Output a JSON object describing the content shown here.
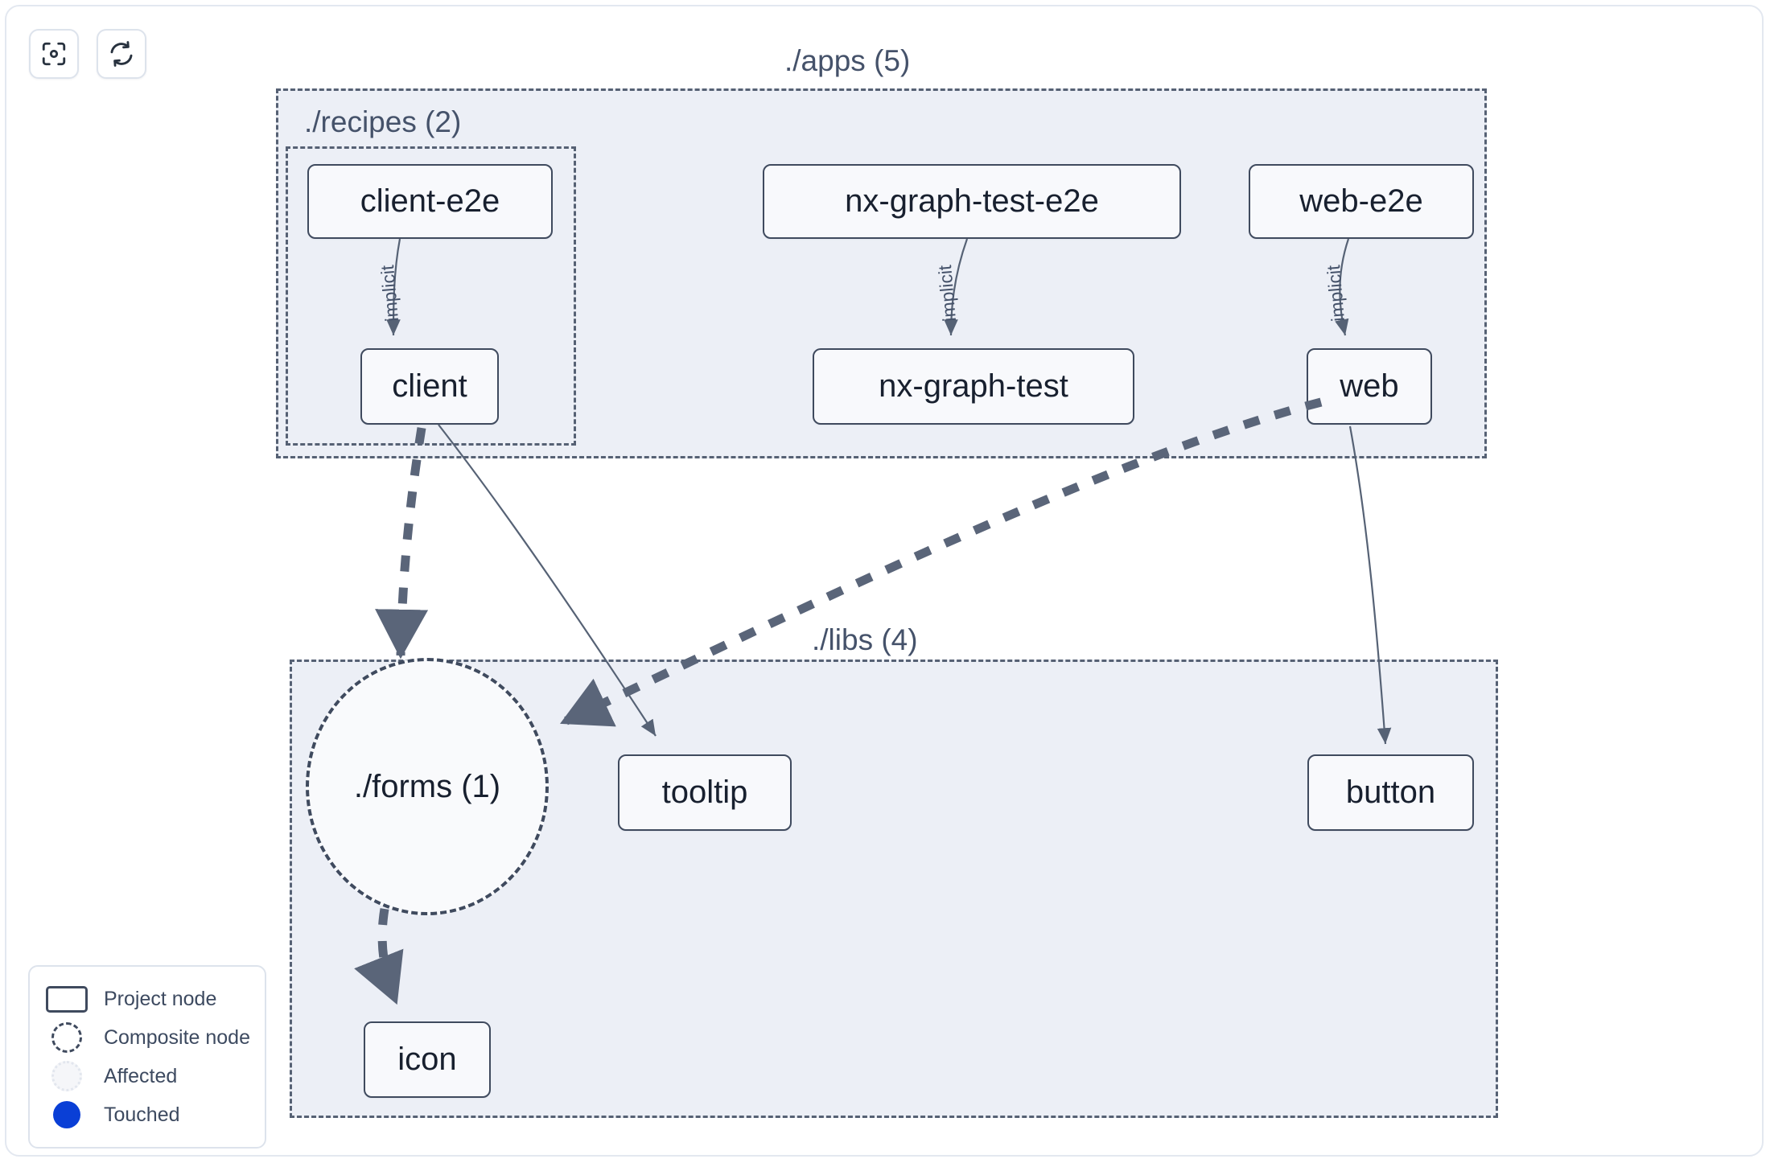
{
  "toolbar": {
    "buttons": [
      {
        "name": "focus-graph-button",
        "icon": "focus-target-icon",
        "label": ""
      },
      {
        "name": "refresh-graph-button",
        "icon": "refresh-icon",
        "label": ""
      }
    ]
  },
  "graph": {
    "containers": [
      {
        "id": "apps",
        "label": "./apps (5)"
      },
      {
        "id": "recipes",
        "label": "./recipes (2)"
      },
      {
        "id": "libs",
        "label": "./libs (4)"
      }
    ],
    "nodes": [
      {
        "id": "client-e2e",
        "label": "client-e2e",
        "type": "project"
      },
      {
        "id": "nx-graph-test-e2e",
        "label": "nx-graph-test-e2e",
        "type": "project"
      },
      {
        "id": "web-e2e",
        "label": "web-e2e",
        "type": "project"
      },
      {
        "id": "client",
        "label": "client",
        "type": "project"
      },
      {
        "id": "nx-graph-test",
        "label": "nx-graph-test",
        "type": "project"
      },
      {
        "id": "web",
        "label": "web",
        "type": "project"
      },
      {
        "id": "forms",
        "label": "./forms (1)",
        "type": "composite"
      },
      {
        "id": "tooltip",
        "label": "tooltip",
        "type": "project"
      },
      {
        "id": "button",
        "label": "button",
        "type": "project"
      },
      {
        "id": "icon",
        "label": "icon",
        "type": "project"
      }
    ],
    "edges": [
      {
        "from": "client-e2e",
        "to": "client",
        "label": "implicit",
        "style": "solid"
      },
      {
        "from": "nx-graph-test-e2e",
        "to": "nx-graph-test",
        "label": "implicit",
        "style": "solid"
      },
      {
        "from": "web-e2e",
        "to": "web",
        "label": "implicit",
        "style": "solid"
      },
      {
        "from": "client",
        "to": "forms",
        "label": "",
        "style": "dashed"
      },
      {
        "from": "client",
        "to": "tooltip",
        "label": "",
        "style": "solid"
      },
      {
        "from": "web",
        "to": "forms",
        "label": "",
        "style": "dashed"
      },
      {
        "from": "web",
        "to": "button",
        "label": "",
        "style": "solid"
      },
      {
        "from": "forms",
        "to": "icon",
        "label": "",
        "style": "dashed"
      }
    ]
  },
  "legend": {
    "items": [
      {
        "swatch": "project-node-swatch",
        "label": "Project node"
      },
      {
        "swatch": "composite-node-swatch",
        "label": "Composite node"
      },
      {
        "swatch": "affected-swatch",
        "label": "Affected"
      },
      {
        "swatch": "touched-swatch",
        "label": "Touched"
      }
    ]
  },
  "colors": {
    "container_fill": "#eceff6",
    "container_border": "#566174",
    "node_fill": "#f8f9fc",
    "node_border": "#3f4a5e",
    "edge": "#566275",
    "touched": "#0a3fd6",
    "text": "#18202f"
  }
}
